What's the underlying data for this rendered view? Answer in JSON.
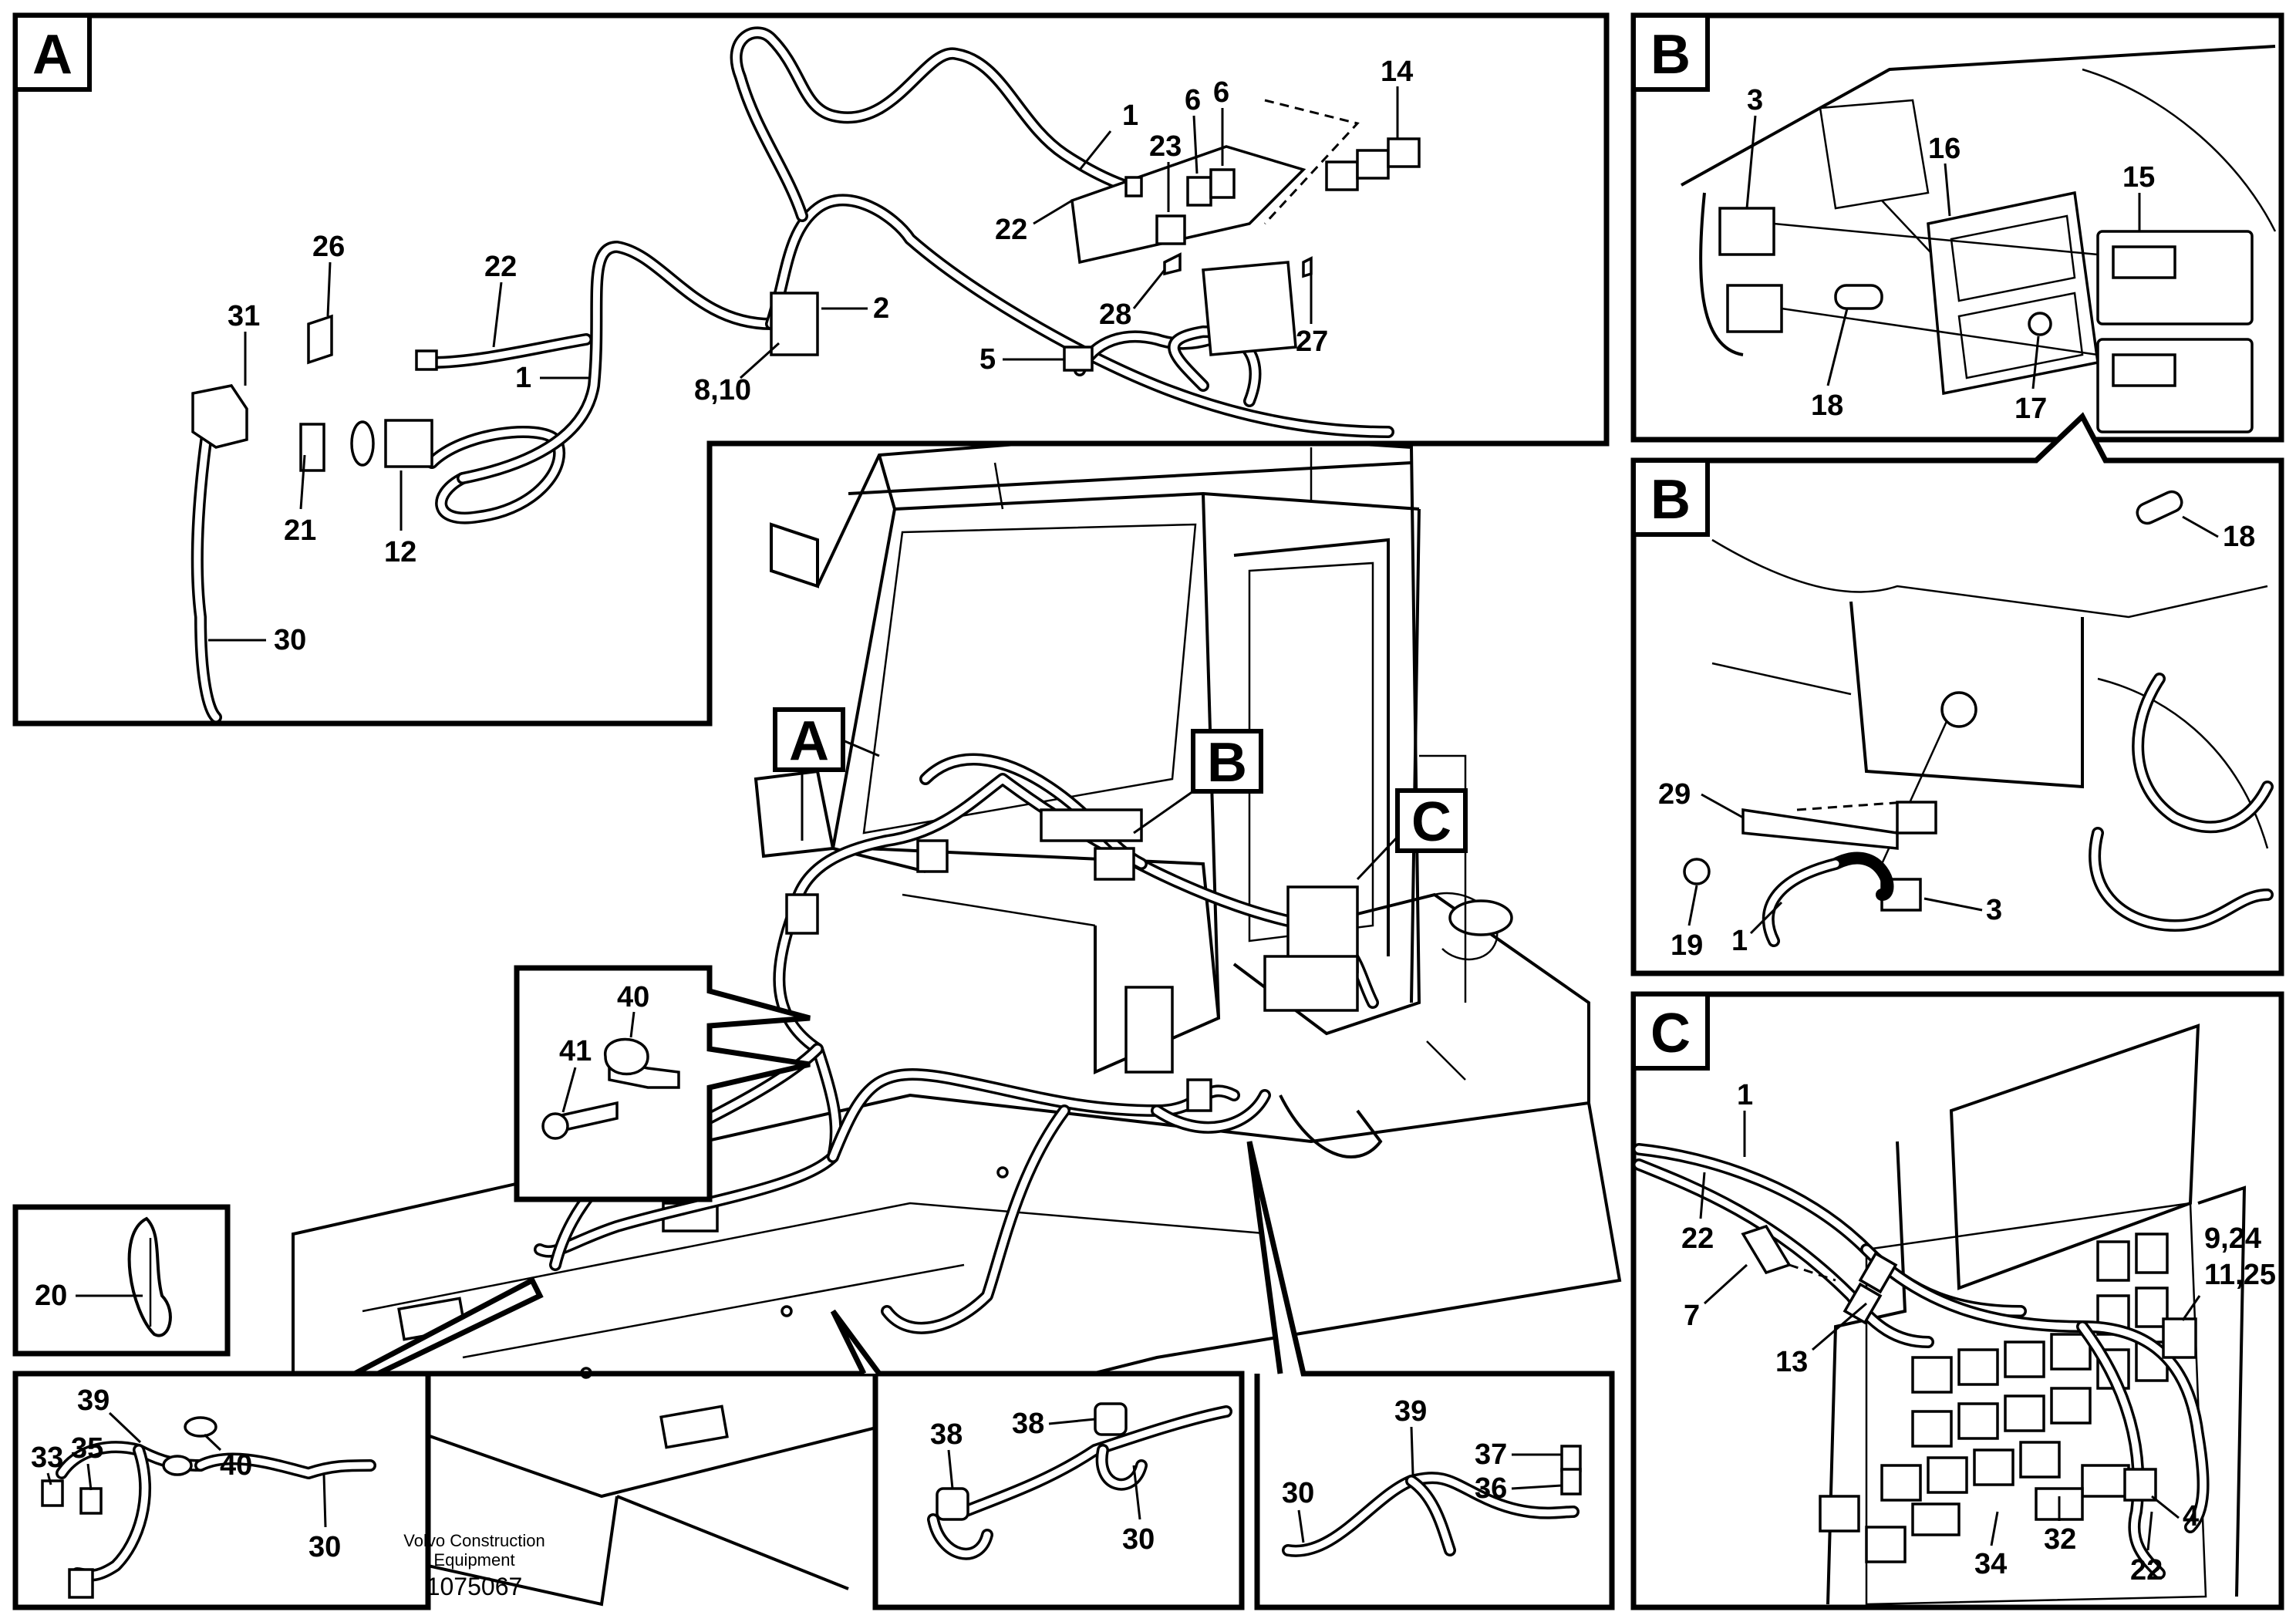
{
  "panels": {
    "A": {
      "letter": "A",
      "labels": [
        "1",
        "22",
        "23",
        "6",
        "6",
        "14",
        "26",
        "22",
        "31",
        "2",
        "8,10",
        "28",
        "27",
        "5",
        "21",
        "12",
        "30",
        "1"
      ]
    },
    "B_top": {
      "letter": "B",
      "labels": [
        "3",
        "16",
        "15",
        "18",
        "17"
      ]
    },
    "B_mid": {
      "letter": "B",
      "labels": [
        "18",
        "29",
        "19",
        "1",
        "3"
      ]
    },
    "C": {
      "letter": "C",
      "labels": [
        "1",
        "22",
        "7",
        "13",
        "9,24",
        "11,25",
        "4",
        "34",
        "32",
        "22"
      ]
    },
    "detail_20": {
      "labels": [
        "20"
      ]
    },
    "detail_bl": {
      "labels": [
        "39",
        "33",
        "35",
        "40",
        "30"
      ]
    },
    "detail_bm": {
      "labels": [
        "38",
        "38",
        "30"
      ]
    },
    "detail_br": {
      "labels": [
        "39",
        "37",
        "36",
        "30"
      ]
    },
    "detail_clamp": {
      "labels": [
        "40",
        "41"
      ]
    }
  },
  "main_letters": [
    "A",
    "B",
    "C"
  ],
  "footer": {
    "company_line1": "Volvo Construction",
    "company_line2": "Equipment",
    "drawing_number": "1075067"
  }
}
